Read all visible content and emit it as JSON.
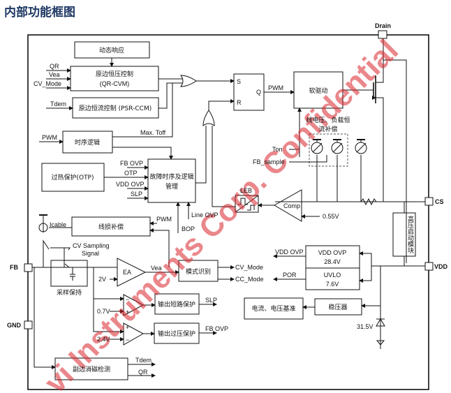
{
  "title": "内部功能框图",
  "pins": {
    "drain": "Drain",
    "cs": "CS",
    "vdd": "VDD",
    "fb": "FB",
    "gnd": "GND"
  },
  "blocks": {
    "dynamic_response": "动态响应",
    "cv_ctrl_line1": "原边恒压控制",
    "cv_ctrl_line2": "(QR-CVM)",
    "cc_ctrl": "原边恒流控制 (PSR-CCM)",
    "timing_logic": "时序逻辑",
    "otp": "过热保护(OTP)",
    "fault_line1": "故障时序及逻辑",
    "fault_line2": "管理",
    "cable_comp": "线损补偿",
    "soft_drive": "软驱动",
    "line_load_comp_line1": "线电压、负载恒",
    "line_load_comp_line2": "流补偿",
    "hv_startup": "高压启动模块",
    "sample_hold": "采样保持",
    "mode_detect": "模式识别",
    "scp": "输出短路保护",
    "ovp": "输出过压保护",
    "demag": "副边消磁检测",
    "vdd_ovp_line1": "VDD OVP",
    "vdd_ovp_line2": "28.4V",
    "uvlo_line1": "UVLO",
    "uvlo_line2": "7.6V",
    "regulator": "稳压器",
    "reference": "电流、电压基准",
    "sr_s": "S",
    "sr_r": "R",
    "sr_q": "Q",
    "ea": "EA",
    "comp": "Comp",
    "leb": "LEB"
  },
  "signals": {
    "qr": "QR",
    "vea": "Vea",
    "cv_mode": "CV_Mode",
    "tdem": "Tdem",
    "pwm": "PWM",
    "max_toff": "Max. Toff",
    "fb_ovp": "FB OVP",
    "otp": "OTP",
    "vdd_ovp": "VDD OVP",
    "slp": "SLP",
    "line_ovp": "Line OVP",
    "bop": "BOP",
    "icable": "Icable",
    "ton": "Ton",
    "fb_sample": "FB_sample",
    "v055": "0.55V",
    "cv_sampling_line1": "CV Sampling",
    "cv_sampling_line2": "Signal",
    "v2": "2V",
    "v07": "0.7V",
    "v24": "2.4V",
    "cc_mode": "CC_Mode",
    "por": "POR",
    "zener": "31.5V",
    "minus": "−",
    "plus": "+"
  },
  "watermark": "vi Instruments Corp. Confidential"
}
